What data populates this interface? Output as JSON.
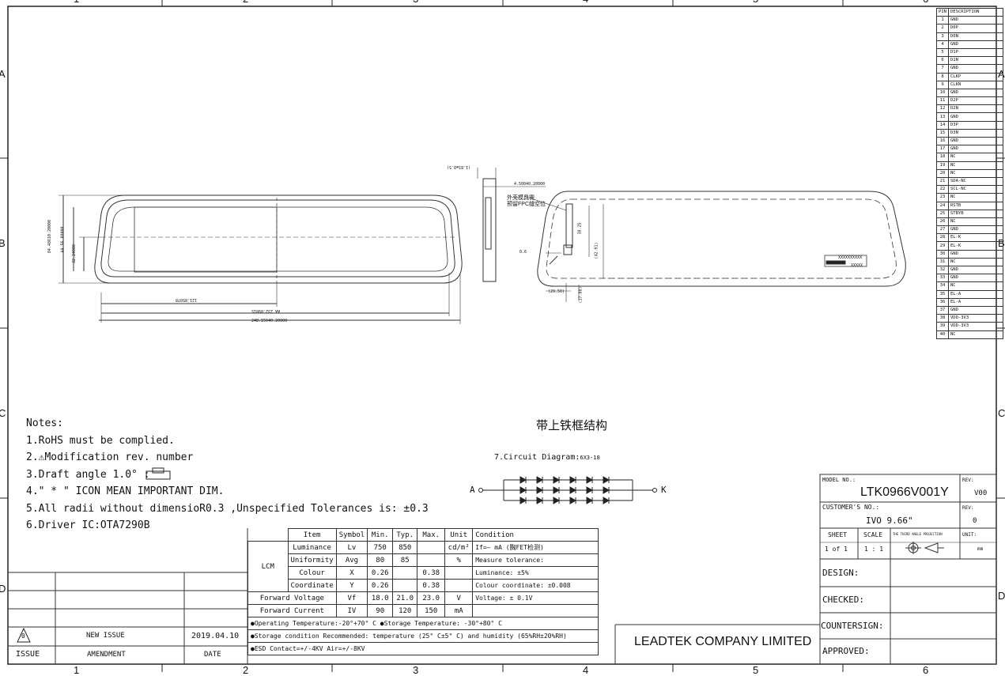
{
  "notes": {
    "title": "Notes:",
    "items": [
      "1.RoHS must be complied.",
      "2.⚠Modification rev. number",
      "3.Draft angle 1.0° :",
      "4.\" * \" ICON MEAN IMPORTANT DIM.",
      "5.All radii without dimensioR0.3  ,Unspecified Tolerances is: ±0.3",
      "6.Driver IC:OTA7290B"
    ]
  },
  "chinese_title": "带上铁框结构",
  "circuit": {
    "label": "7.Circuit Diagram:",
    "sublabel": "6X3-18",
    "anode": "A",
    "cathode": "K"
  },
  "front_view": {
    "dim_height_outer": "84.48610.20000",
    "dim_height_aa": "AA 56.08000",
    "dim_height_inner": "32.24000",
    "dim_width_half": "121.85078",
    "dim_width_aa": "AA 232.89815",
    "dim_width_outer": "248.15040.20000"
  },
  "side_view": {
    "dim_top": "(1.83±0.5)",
    "dim_thickness": "4.50040.20000"
  },
  "back_view": {
    "note_line1": "外壳模具需",
    "note_line2": "预留FPC缝空位",
    "dim_a": "38.25",
    "dim_b": "(42.91)",
    "dim_c": "(29.50)",
    "dim_d": "(17.88)",
    "dim_e": "0.6",
    "label_code": "XXXXXXXXXX",
    "label_code2": "XXXXX"
  },
  "pin_table": {
    "header": [
      "PIN",
      "DESCRIPTION"
    ],
    "rows": [
      [
        "1",
        "GND"
      ],
      [
        "2",
        "D0P"
      ],
      [
        "3",
        "D0N"
      ],
      [
        "4",
        "GND"
      ],
      [
        "5",
        "D1P"
      ],
      [
        "6",
        "D1N"
      ],
      [
        "7",
        "GND"
      ],
      [
        "8",
        "CLKP"
      ],
      [
        "9",
        "CLKN"
      ],
      [
        "10",
        "GND"
      ],
      [
        "11",
        "D2P"
      ],
      [
        "12",
        "D2N"
      ],
      [
        "13",
        "GND"
      ],
      [
        "14",
        "D3P"
      ],
      [
        "15",
        "D3N"
      ],
      [
        "16",
        "GND"
      ],
      [
        "17",
        "GND"
      ],
      [
        "18",
        "NC"
      ],
      [
        "19",
        "NC"
      ],
      [
        "20",
        "NC"
      ],
      [
        "21",
        "SDA-NC"
      ],
      [
        "22",
        "SCL-NC"
      ],
      [
        "23",
        "NC"
      ],
      [
        "24",
        "RSTB"
      ],
      [
        "25",
        "STBYB"
      ],
      [
        "26",
        "NC"
      ],
      [
        "27",
        "GND"
      ],
      [
        "28",
        "EL-K"
      ],
      [
        "29",
        "EL-K"
      ],
      [
        "30",
        "GND"
      ],
      [
        "31",
        "NC"
      ],
      [
        "32",
        "GND"
      ],
      [
        "33",
        "GND"
      ],
      [
        "34",
        "NC"
      ],
      [
        "35",
        "EL-A"
      ],
      [
        "36",
        "EL-A"
      ],
      [
        "37",
        "GND"
      ],
      [
        "38",
        "VDD-3V3"
      ],
      [
        "39",
        "VDD-3V3"
      ],
      [
        "40",
        "NC"
      ]
    ]
  },
  "spec_table": {
    "headers": [
      "Item",
      "Symbol",
      "Min.",
      "Typ.",
      "Max.",
      "Unit",
      "Condition"
    ],
    "lcm": "LCM",
    "rows": [
      {
        "item": "Luminance",
        "symbol": "Lv",
        "min": "750",
        "typ": "850",
        "max": "",
        "unit": "cd/m²",
        "cond": "If=—  mA (胸FET检测)"
      },
      {
        "item": "Uniformity",
        "symbol": "Avg",
        "min": "80",
        "typ": "85",
        "max": "",
        "unit": "%",
        "cond": "Measure tolerance:"
      },
      {
        "item": "Colour",
        "symbol": "X",
        "min": "0.26",
        "typ": "",
        "max": "0.38",
        "unit": "",
        "cond": "Luminance: ±5%"
      },
      {
        "item": "Coordinate",
        "symbol": "Y",
        "min": "0.26",
        "typ": "",
        "max": "0.38",
        "unit": "",
        "cond": "Colour coordinate: ±0.008"
      },
      {
        "item": "Forward Voltage",
        "symbol": "Vf",
        "min": "18.0",
        "typ": "21.0",
        "max": "23.0",
        "unit": "V",
        "cond": "Voltage: ± 0.1V"
      },
      {
        "item": "Forward Current",
        "symbol": "IV",
        "min": "90",
        "typ": "120",
        "max": "150",
        "unit": "mA",
        "cond": ""
      }
    ],
    "footer": [
      "●Operating Temperature:-20°+70° C  ●Storage Temperature:  -30°+80° C",
      "●Storage condition Recommended: temperature (25° C±5° C) and humidity (65%RH±20%RH)",
      "●ESD Contact=+/-4KV  Air=+/-8KV"
    ]
  },
  "revision_block": {
    "issue_symbol": "0",
    "amendment": "NEW ISSUE",
    "date": "2019.04.10",
    "col_issue": "ISSUE",
    "col_amendment": "AMENDMENT",
    "col_date": "DATE"
  },
  "company": "LEADTEK COMPANY LIMITED",
  "title_block": {
    "model_label": "MODEL NO.:",
    "model_value": "LTK0966V001Y",
    "rev_label": "REV:",
    "rev_value": "V00",
    "customer_label": "CUSTOMER'S NO.:",
    "customer_value": "IVO 9.66\"",
    "rev2_label": "REV:",
    "rev2_value": "0",
    "sheet_label": "SHEET",
    "sheet_value": "1 of 1",
    "scale_label": "SCALE",
    "scale_value": "1 : 1",
    "projection_label": "THE THIRD ANGLE PROJECTION",
    "unit_label": "UNIT:",
    "unit_value": "mm",
    "design": "DESIGN:",
    "checked": "CHECKED:",
    "countersign": "COUNTERSIGN:",
    "approved": "APPROVED:"
  },
  "zones": {
    "cols": [
      "1",
      "2",
      "3",
      "4",
      "5",
      "6"
    ],
    "rows": [
      "A",
      "B",
      "C",
      "D"
    ]
  }
}
